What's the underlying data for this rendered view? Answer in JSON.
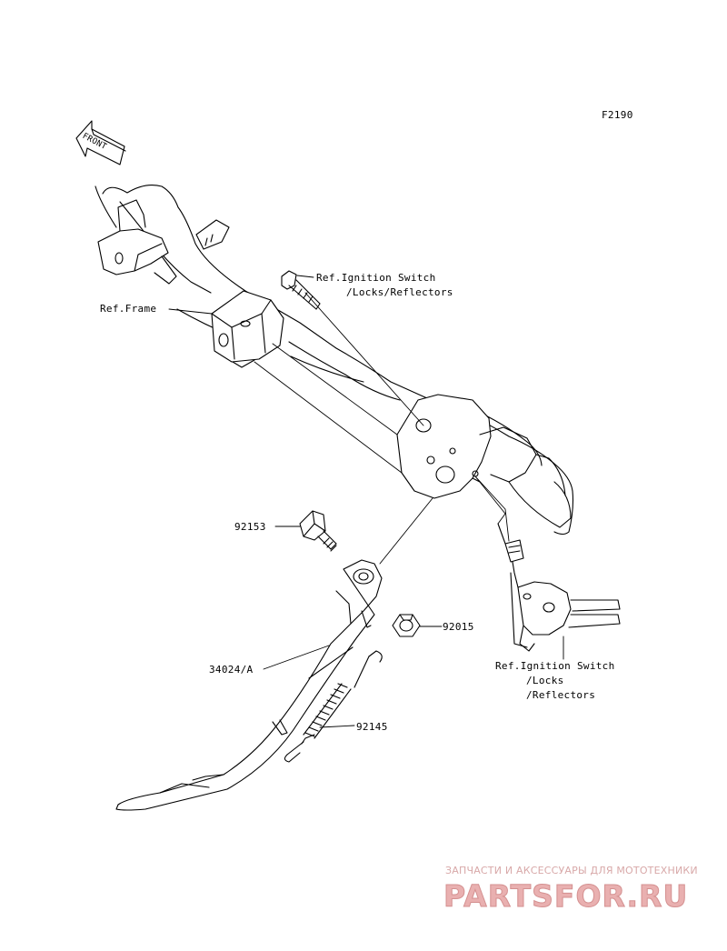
{
  "figure_code": "F2190",
  "front_arrow_label": "FRONT",
  "callouts": {
    "ref_frame": "Ref.Frame",
    "ignition_top_line1": "Ref.Ignition Switch",
    "ignition_top_line2": "/Locks/Reflectors",
    "ignition_bottom_line1": "Ref.Ignition Switch",
    "ignition_bottom_line2": "/Locks",
    "ignition_bottom_line3": "/Reflectors",
    "part_92153": "92153",
    "part_92015": "92015",
    "part_34024a": "34024/A",
    "part_92145": "92145"
  },
  "watermark": {
    "line1": "ЗАПЧАСТИ И АКСЕССУАРЫ ДЛЯ МОТОТЕХНИКИ",
    "line2": "PARTSFOR.RU"
  },
  "colors": {
    "ink": "#000000",
    "watermark": "#e9b0b0"
  }
}
